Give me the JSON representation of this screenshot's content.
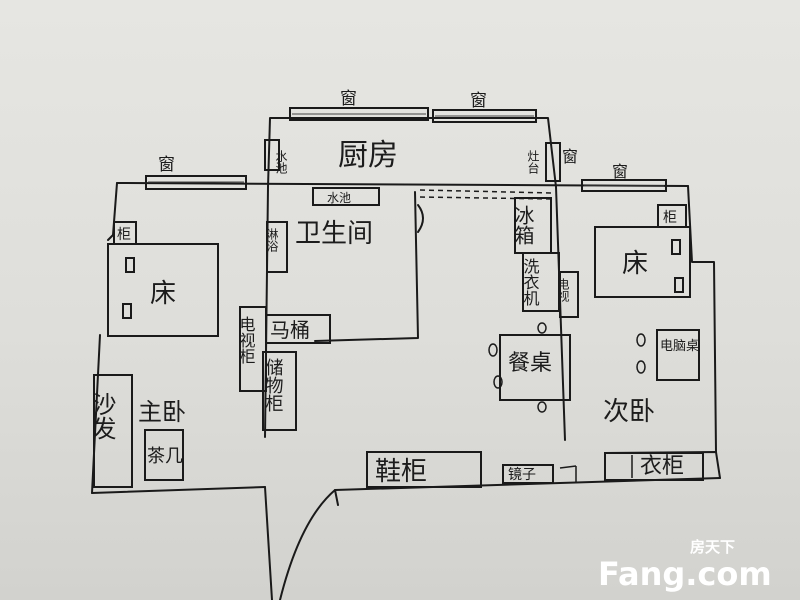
{
  "labels": {
    "window_top_left": "窗",
    "window_top_right": "窗",
    "window_left": "窗",
    "window_right": "窗",
    "kitchen": "厨房",
    "sink_kitchen": "水池",
    "stove": "灶台",
    "sink_bath": "水池",
    "bathroom": "卫生间",
    "shower": "淋浴",
    "toilet": "马桶",
    "tv_cabinet": "电视柜",
    "storage_cabinet": "储物柜",
    "cabinet_left": "柜",
    "bed_left": "床",
    "master_bedroom": "主卧",
    "sofa": "沙发",
    "coffee_table": "茶几",
    "fridge": "冰箱",
    "washer": "洗衣机",
    "tv_small": "电视",
    "dining_table": "餐桌",
    "cabinet_right": "柜",
    "bed_right": "床",
    "desk": "电脑桌",
    "second_bedroom": "次卧",
    "shoe_cabinet": "鞋柜",
    "mirror": "镜子",
    "wardrobe": "衣柜"
  },
  "watermark": {
    "cn": "房天下",
    "en": "Fang.com"
  }
}
